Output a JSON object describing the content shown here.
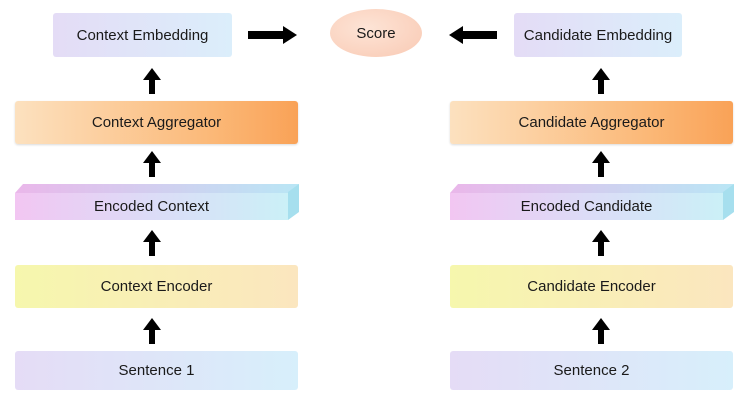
{
  "score_label": "Score",
  "left": {
    "embedding": "Context Embedding",
    "aggregator": "Context Aggregator",
    "encoded": "Encoded Context",
    "encoder": "Context Encoder",
    "sentence": "Sentence 1"
  },
  "right": {
    "embedding": "Candidate Embedding",
    "aggregator": "Candidate Aggregator",
    "encoded": "Encoded Candidate",
    "encoder": "Candidate Encoder",
    "sentence": "Sentence 2"
  },
  "colors": {
    "aggregator": "#fbb877",
    "encoder": "#f6f7ad",
    "embedding": "#dbeefb",
    "score": "#f9c9b3"
  }
}
